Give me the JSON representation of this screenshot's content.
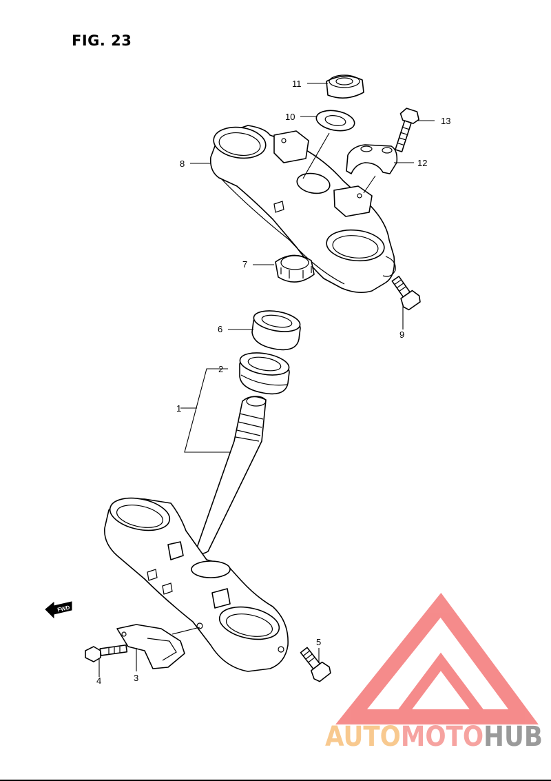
{
  "title": "FIG. 23",
  "fwd_label": "FWD",
  "callouts": [
    {
      "label": "1"
    },
    {
      "label": "2"
    },
    {
      "label": "3"
    },
    {
      "label": "4"
    },
    {
      "label": "5"
    },
    {
      "label": "6"
    },
    {
      "label": "7"
    },
    {
      "label": "8"
    },
    {
      "label": "9"
    },
    {
      "label": "10"
    },
    {
      "label": "11"
    },
    {
      "label": "12"
    },
    {
      "label": "13"
    }
  ],
  "watermark": {
    "text_part1": "AUTO",
    "text_part2": "MOTO",
    "text_part3": "HUB",
    "color_part1": "#f8c98f",
    "color_part2": "#f6a3a0",
    "color_part3": "#9a9a9a",
    "logo_color": "#f47f7f"
  }
}
